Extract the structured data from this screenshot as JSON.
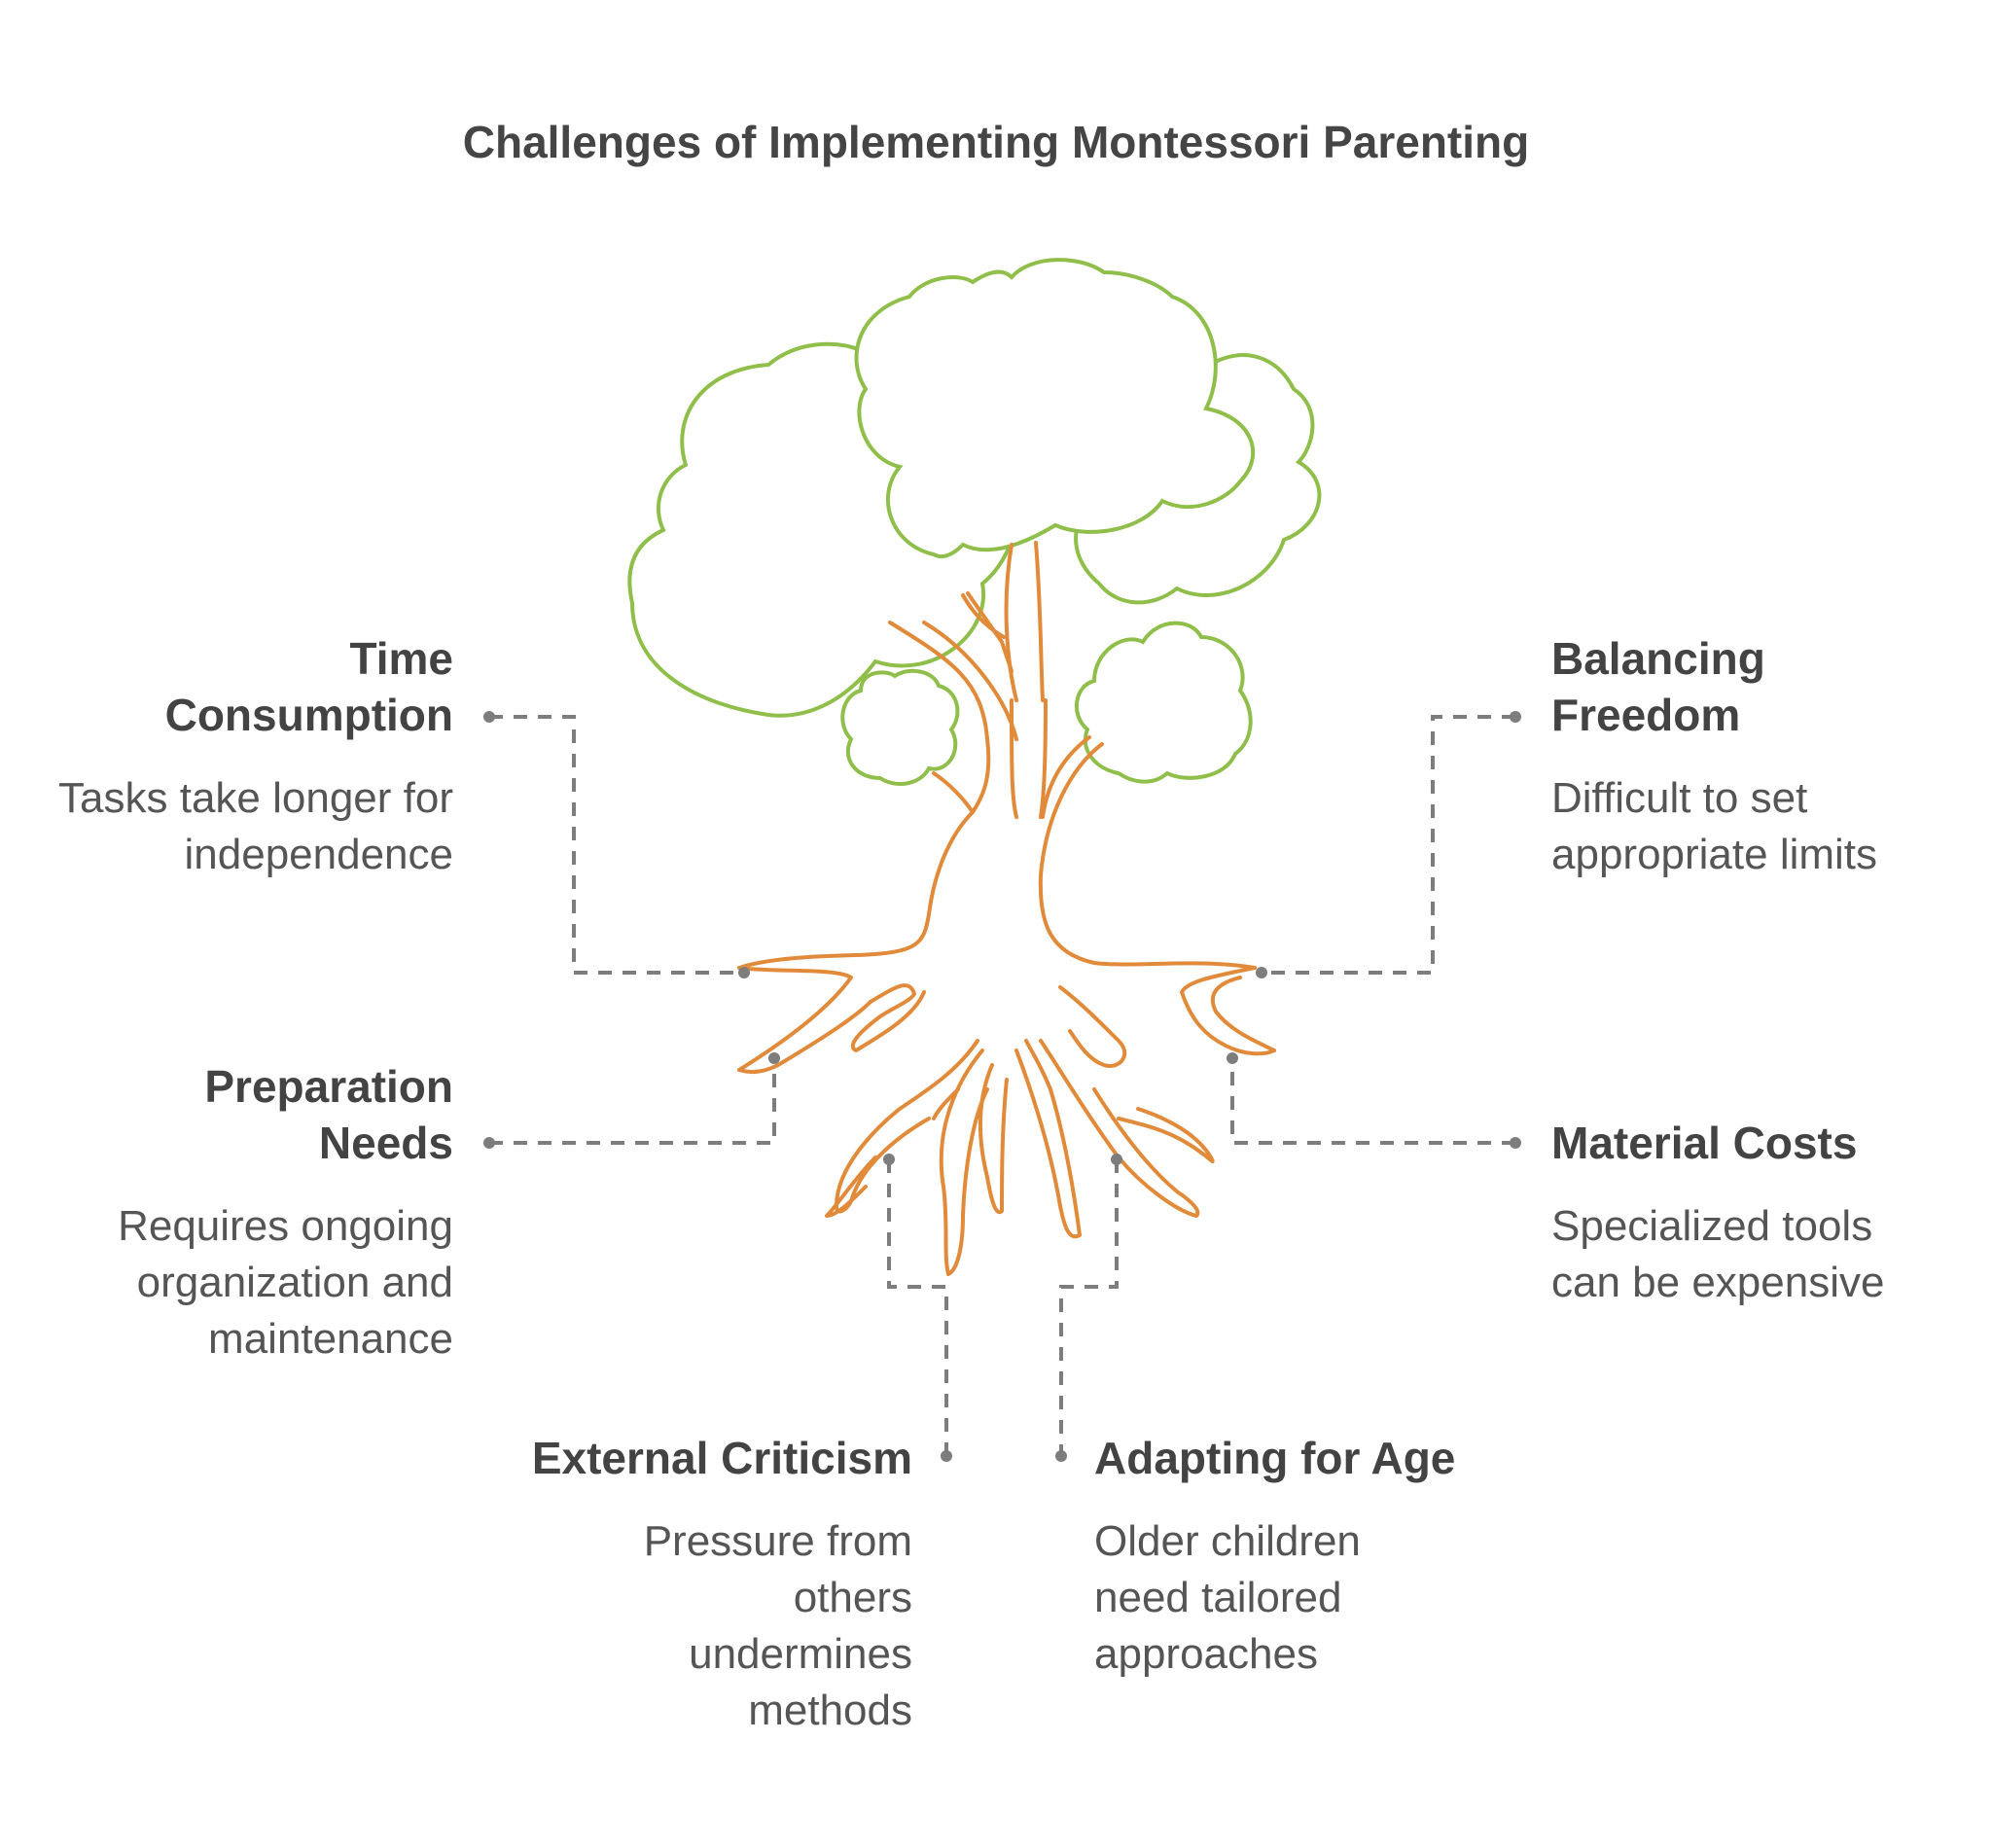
{
  "title": "Challenges of Implementing Montessori Parenting",
  "challenges": [
    {
      "heading": "Time Consumption",
      "description": "Tasks take longer for independence"
    },
    {
      "heading": "Preparation Needs",
      "description": "Requires ongoing organization and maintenance"
    },
    {
      "heading": "External Criticism",
      "description": "Pressure from others undermines methods"
    },
    {
      "heading": "Balancing Freedom",
      "description": "Difficult to set appropriate limits"
    },
    {
      "heading": "Material Costs",
      "description": "Specialized tools can be expensive"
    },
    {
      "heading": "Adapting for Age",
      "description": "Older children need tailored approaches"
    }
  ],
  "colors": {
    "canopy": "#8fbf4a",
    "trunk": "#e08a3a",
    "connector": "#7d7d7d",
    "text": "#434343"
  },
  "icons": [
    "tree-icon"
  ]
}
